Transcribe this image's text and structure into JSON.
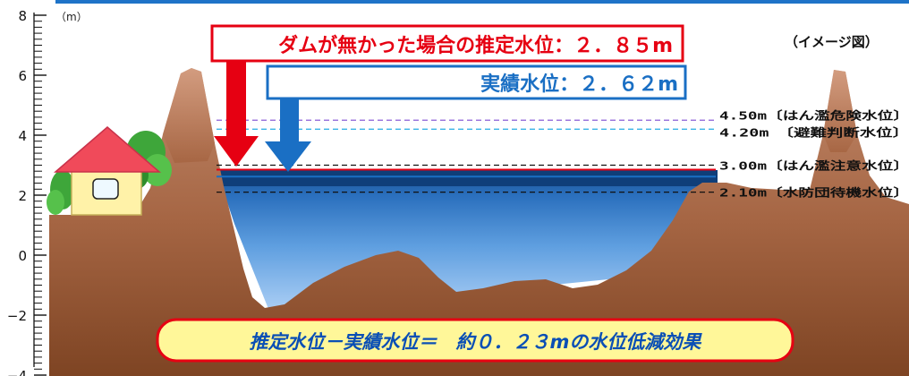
{
  "unit_label": "（m）",
  "image_note": "（イメージ図）",
  "y_axis_ticks": [
    "8",
    "6",
    "4",
    "2",
    "0",
    "−2",
    "−4"
  ],
  "callouts": {
    "estimated": "ダムが無かった場合の推定水位：２．８５m",
    "actual": "実績水位：２．６２m"
  },
  "levels": [
    {
      "value_m": 4.5,
      "label": "4.50m〔はん濫危険水位〕",
      "color": "#8a5fd6"
    },
    {
      "value_m": 4.2,
      "label": "4.20m　〔避難判断水位〕",
      "color": "#39b4e6"
    },
    {
      "value_m": 3.0,
      "label": "3.00m〔はん濫注意水位〕",
      "color": "#111111"
    },
    {
      "value_m": 2.1,
      "label": "2.10m〔水防団待機水位〕",
      "color": "#111111"
    }
  ],
  "estimated_level_m": 2.85,
  "actual_level_m": 2.62,
  "summary": "推定水位－実績水位＝　約０．２３mの水位低減効果",
  "colors": {
    "estimated_arrow": "#e60012",
    "actual_arrow": "#1a6fc4",
    "top_bar": "#1e73c8",
    "banner_fill": "#fff799",
    "banner_border": "#e60012",
    "summary_text": "#0a4fb5"
  }
}
